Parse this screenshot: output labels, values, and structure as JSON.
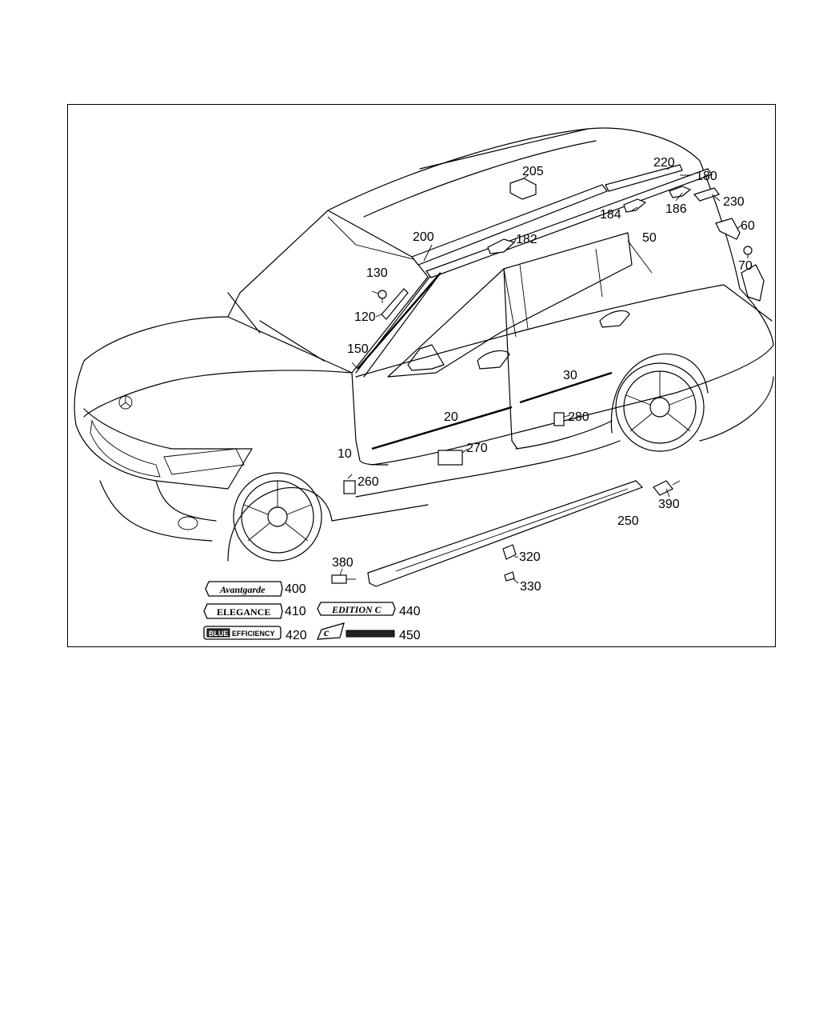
{
  "callouts": {
    "c10": "10",
    "c20": "20",
    "c30": "30",
    "c50": "50",
    "c60": "60",
    "c70": "70",
    "c120": "120",
    "c130": "130",
    "c150": "150",
    "c180": "180",
    "c182": "182",
    "c184": "184",
    "c186": "186",
    "c200": "200",
    "c205": "205",
    "c220": "220",
    "c230": "230",
    "c250": "250",
    "c260": "260",
    "c270": "270",
    "c280": "280",
    "c320": "320",
    "c330": "330",
    "c380": "380",
    "c390": "390",
    "c400": "400",
    "c410": "410",
    "c420": "420",
    "c440": "440",
    "c450": "450"
  },
  "badges": {
    "avantgarde": "Avantgarde",
    "elegance": "ELEGANCE",
    "edition": "EDITION C",
    "blue": "BLUE",
    "efficiency": "EFFICIENCY"
  }
}
